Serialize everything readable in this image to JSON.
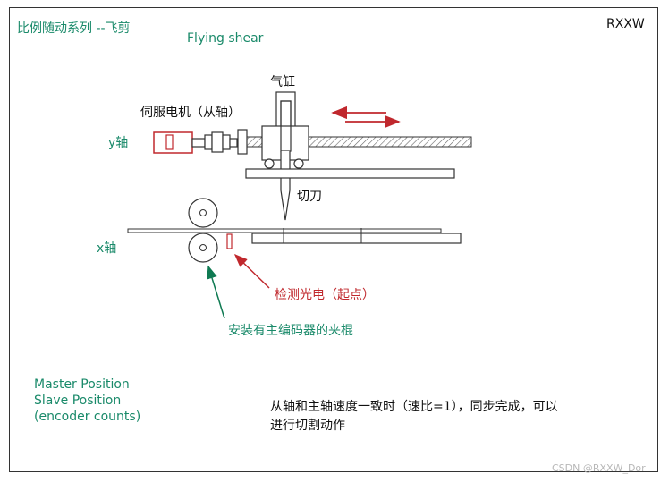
{
  "header": {
    "title_cn": "比例随动系列 --飞剪",
    "title_en": "Flying shear",
    "brand": "RXXW"
  },
  "labels": {
    "cylinder": "气缸",
    "servo_motor": "伺服电机（从轴）",
    "y_axis": "y轴",
    "cutter": "切刀",
    "x_axis": "x轴",
    "sensor": "检测光电（起点）",
    "roller": "安装有主编码器的夹棍"
  },
  "notes": {
    "positions": [
      "Master Position",
      "Slave Position",
      "(encoder counts)"
    ],
    "sync_line1": "从轴和主轴速度一致时（速比=1），同步完成，可以",
    "sync_line2": "进行切割动作"
  },
  "watermark": "CSDN @RXXW_Dor",
  "colors": {
    "green_text": "#1a8a6a",
    "red": "#c0282d",
    "dark": "#111111"
  }
}
